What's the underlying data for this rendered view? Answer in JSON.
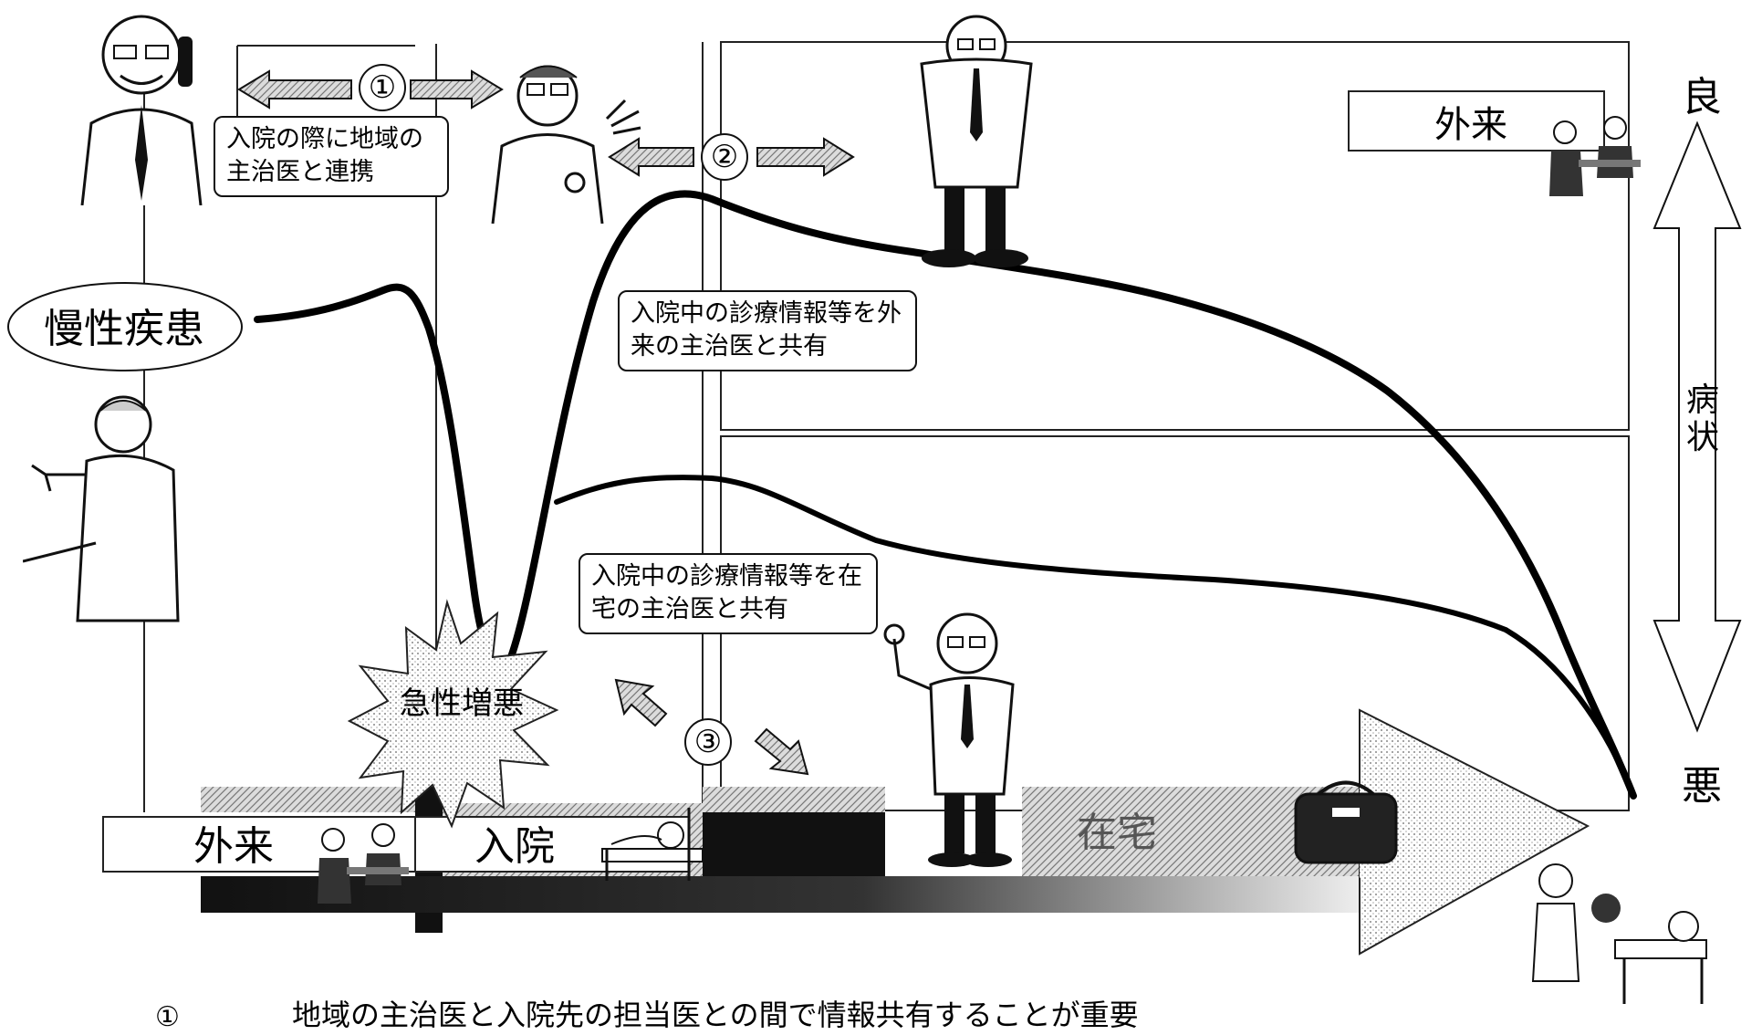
{
  "scale_axis": {
    "top_label": "良",
    "middle_label": "病状",
    "bottom_label": "悪"
  },
  "chronic_label": "慢性疾患",
  "acute_label": "急性増悪",
  "outpatient_top_label": "外来",
  "bottom_bar": {
    "outpatient_label": "外来",
    "inpatient_label": "入院",
    "home_label": "在宅"
  },
  "circled_numbers": [
    "①",
    "②",
    "③"
  ],
  "callouts": {
    "one": "入院の際に地域の主治医と連携",
    "two": "入院中の診療情報等を外来の主治医と共有",
    "three": "入院中の診療情報等を在宅の主治医と共有"
  },
  "footnote": {
    "number": "①",
    "text": "地域の主治医と入院先の担当医との間で情報共有することが重要"
  },
  "icons": {
    "doctor_phone_left": "doctor-on-phone-icon",
    "doctor_phone_middle": "hospital-doctor-on-phone-icon",
    "doctor_bowing": "bowing-doctor-icon",
    "doctor_ok": "doctor-ok-gesture-icon",
    "patient_standing": "elderly-patient-icon",
    "consultation_top": "outpatient-consultation-icon",
    "consultation_bottom": "outpatient-consultation-icon",
    "patient_bed": "hospital-bed-patient-icon",
    "doctor_bag": "medical-bag-icon",
    "home_visit": "home-care-visit-icon"
  }
}
